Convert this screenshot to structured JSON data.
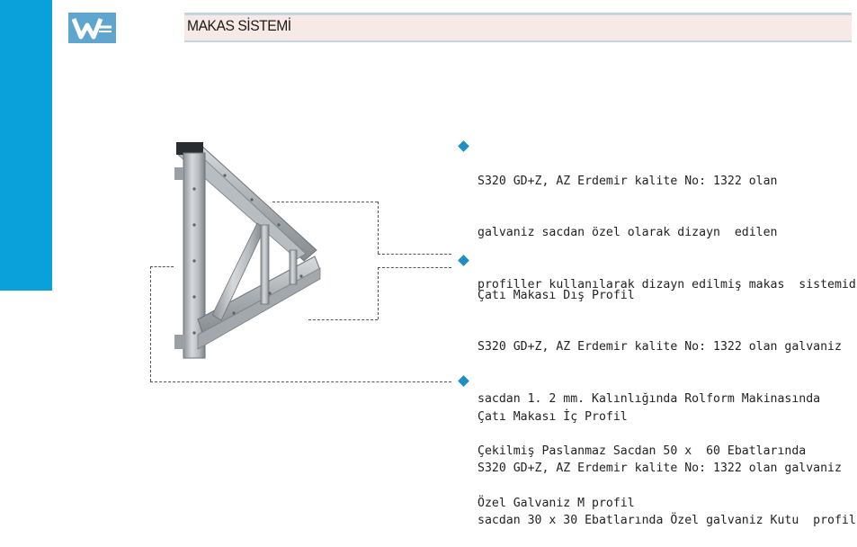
{
  "header": {
    "title": "MAKAS SİSTEMİ",
    "logo_icon": "w-logo-icon",
    "accent_color": "#0aa1da"
  },
  "items": [
    {
      "icon": "diamond-bullet-icon",
      "lines": [
        "S320 GD+Z, AZ Erdemir kalite No: 1322 olan",
        "galvaniz sacdan özel olarak dizayn  edilen",
        "profiller kullanılarak dizayn edilmiş makas  sistemidir."
      ]
    },
    {
      "icon": "diamond-bullet-icon",
      "lines": [
        "Çatı Makası Dış Profil",
        "S320 GD+Z, AZ Erdemir kalite No: 1322 olan galvaniz",
        "sacdan 1. 2 mm. Kalınlığında Rolform Makinasında",
        "Çekilmiş Paslanmaz Sacdan 50 x  60 Ebatlarında",
        "Özel Galvaniz M profil"
      ]
    },
    {
      "icon": "diamond-bullet-icon",
      "lines": [
        "Çatı Makası İç Profil",
        "S320 GD+Z, AZ Erdemir kalite No: 1322 olan galvaniz",
        "sacdan 30 x 30 Ebatlarında Özel galvaniz Kutu  profil"
      ]
    }
  ]
}
